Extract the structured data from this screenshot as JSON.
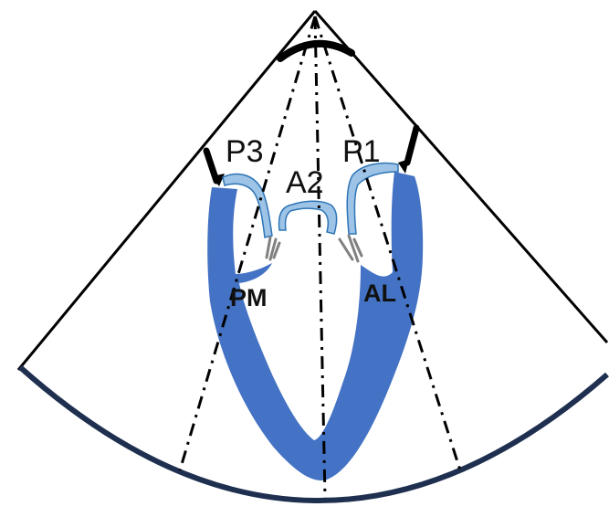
{
  "diagram": {
    "labels": {
      "p3": "P3",
      "a2": "A2",
      "p1": "P1",
      "pm": "PM",
      "al": "AL"
    },
    "colors": {
      "myocardium": "#4472c4",
      "leaflet_fill": "#9dc3e6",
      "leaflet_edge": "#2e75b6",
      "chordae": "#808080",
      "annulus": "#000000",
      "sector_edge": "#000000",
      "sector_arc": "#1f2f4f",
      "background": "#ffffff"
    }
  }
}
